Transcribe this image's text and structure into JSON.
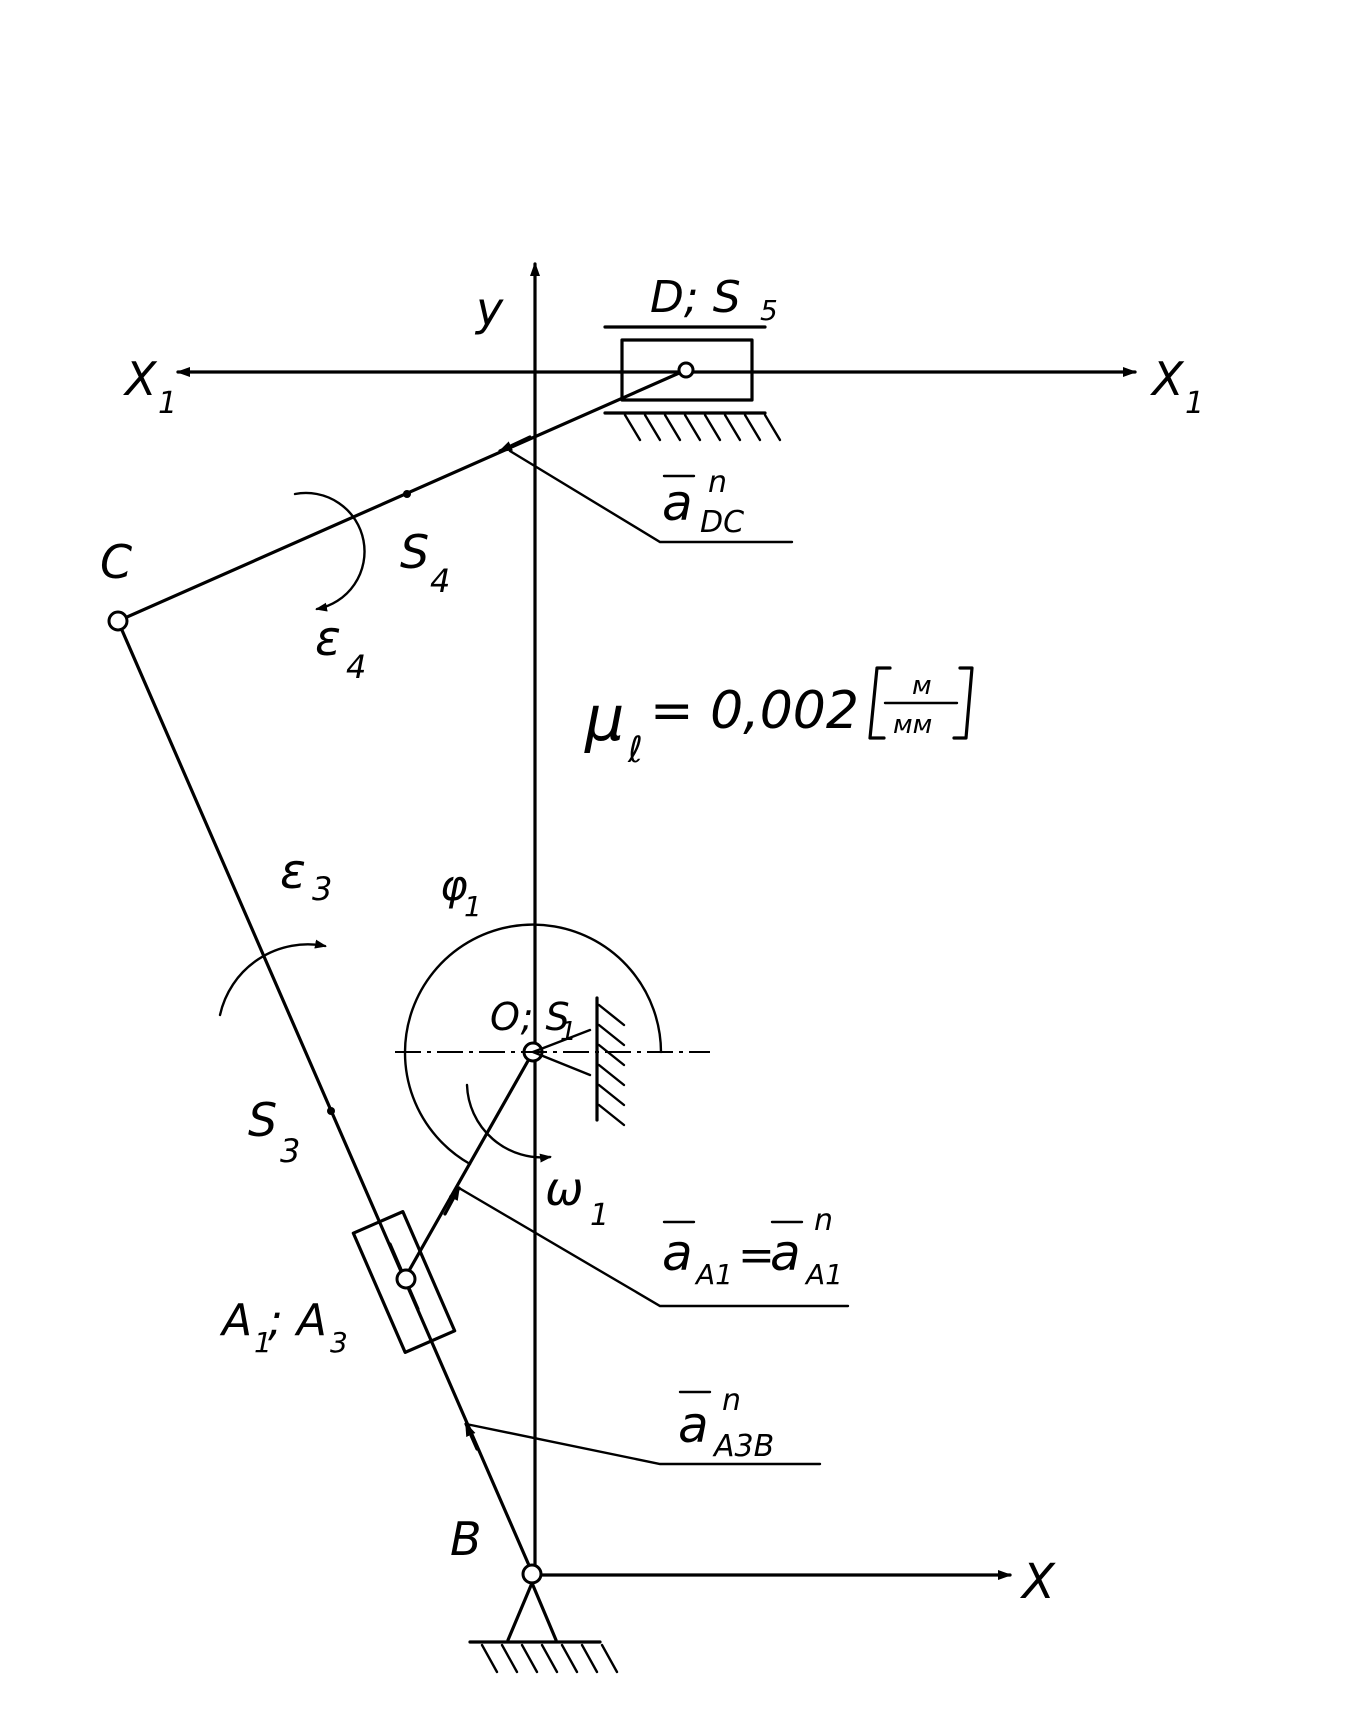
{
  "labels": {
    "y_axis": "y",
    "x_axis": "X",
    "x1_left": "X",
    "x1_left_sub": "1",
    "x1_right": "X",
    "x1_right_sub": "1",
    "slider_D": "D; S",
    "slider_D_sub": "5",
    "point_C": "C",
    "point_B": "B",
    "s4": "S",
    "s4_sub": "4",
    "s3": "S",
    "s3_sub": "3",
    "eps4": "ε",
    "eps4_sub": "4",
    "eps3": "ε",
    "eps3_sub": "3",
    "phi1": "φ",
    "phi1_sub": "1",
    "o_s1": "O; S",
    "o_s1_sub": "1",
    "omega1": "ω",
    "omega1_sub": "1",
    "a_joint": "A",
    "a_joint_sub1": "1",
    "a_joint_mid": "; A",
    "a_joint_sub2": "3"
  },
  "vectors": {
    "a_dc": {
      "base": "a",
      "sup": "n",
      "sub": "DC"
    },
    "a_a1": {
      "base": "a",
      "sub": "A1",
      "eq": "=",
      "base2": "a",
      "sup2": "n",
      "sub2": "A1"
    },
    "a_a3b": {
      "base": "a",
      "sup": "n",
      "sub": "A3B"
    }
  },
  "scale": {
    "symbol": "μ",
    "symbol_sub": "ℓ",
    "text": " = 0,002",
    "unit_num": "м",
    "unit_den": "мм"
  }
}
